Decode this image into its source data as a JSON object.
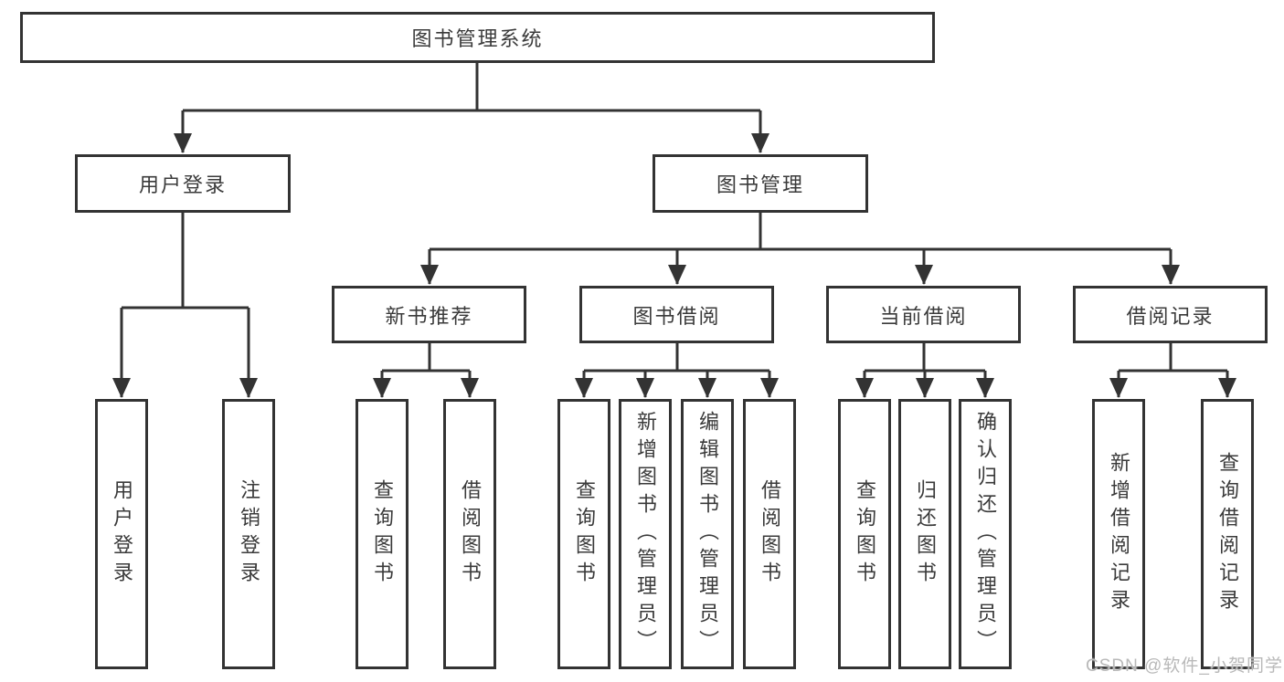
{
  "diagram": {
    "type": "hierarchy-tree",
    "title": "图书管理系统",
    "nodes": {
      "root": {
        "label": "图书管理系统"
      },
      "user_login": {
        "label": "用户登录"
      },
      "book_mgmt": {
        "label": "图书管理"
      },
      "new_book_rec": {
        "label": "新书推荐"
      },
      "book_borrow": {
        "label": "图书借阅"
      },
      "current_borrow": {
        "label": "当前借阅"
      },
      "borrow_record": {
        "label": "借阅记录"
      },
      "ul_login": {
        "label": "用户登录"
      },
      "ul_logout": {
        "label": "注销登录"
      },
      "nbr_query": {
        "label": "查询图书"
      },
      "nbr_borrow": {
        "label": "借阅图书"
      },
      "bb_query": {
        "label": "查询图书"
      },
      "bb_add": {
        "label": "新增图书（管理员）"
      },
      "bb_edit": {
        "label": "编辑图书（管理员）"
      },
      "bb_borrow": {
        "label": "借阅图书"
      },
      "cb_query": {
        "label": "查询图书"
      },
      "cb_return": {
        "label": "归还图书"
      },
      "cb_confirm": {
        "label": "确认归还（管理员）"
      },
      "br_add": {
        "label": "新增借阅记录"
      },
      "br_query": {
        "label": "查询借阅记录"
      }
    },
    "structure": {
      "root": [
        "user_login",
        "book_mgmt"
      ],
      "user_login": [
        "ul_login",
        "ul_logout"
      ],
      "book_mgmt": [
        "new_book_rec",
        "book_borrow",
        "current_borrow",
        "borrow_record"
      ],
      "new_book_rec": [
        "nbr_query",
        "nbr_borrow"
      ],
      "book_borrow": [
        "bb_query",
        "bb_add",
        "bb_edit",
        "bb_borrow"
      ],
      "current_borrow": [
        "cb_query",
        "cb_return",
        "cb_confirm"
      ],
      "borrow_record": [
        "br_add",
        "br_query"
      ]
    }
  },
  "watermark": {
    "text": "CSDN @软件_小贺同学"
  },
  "colors": {
    "border": "#333333",
    "text": "#3a3a3a",
    "line": "#333333",
    "watermark": "#b9b9b9",
    "background": "#ffffff"
  }
}
